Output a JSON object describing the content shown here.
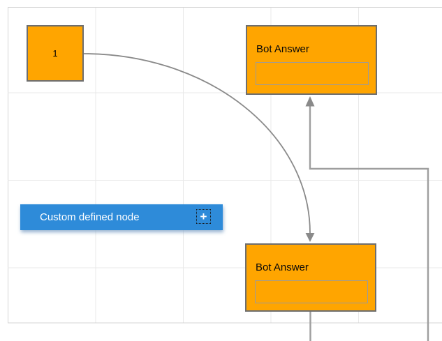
{
  "diagram": {
    "start_node": {
      "label": "1",
      "fill": "#FFA500",
      "border": "#6e6e6e"
    },
    "bot_answer_top": {
      "title": "Bot Answer",
      "fill": "#FFA500",
      "input_value": ""
    },
    "bot_answer_bottom": {
      "title": "Bot Answer",
      "fill": "#FFA500",
      "input_value": ""
    },
    "custom_node": {
      "label": "Custom defined node",
      "fill": "#2E8BD9",
      "text_color": "#ffffff",
      "plus_icon": "+"
    },
    "connectors": {
      "color": "#9a9a9a",
      "arrow_color": "#8a8a8a",
      "count": 3
    },
    "grid": {
      "line_color": "#e9e9e9",
      "border_color": "#d4d4d4"
    }
  }
}
